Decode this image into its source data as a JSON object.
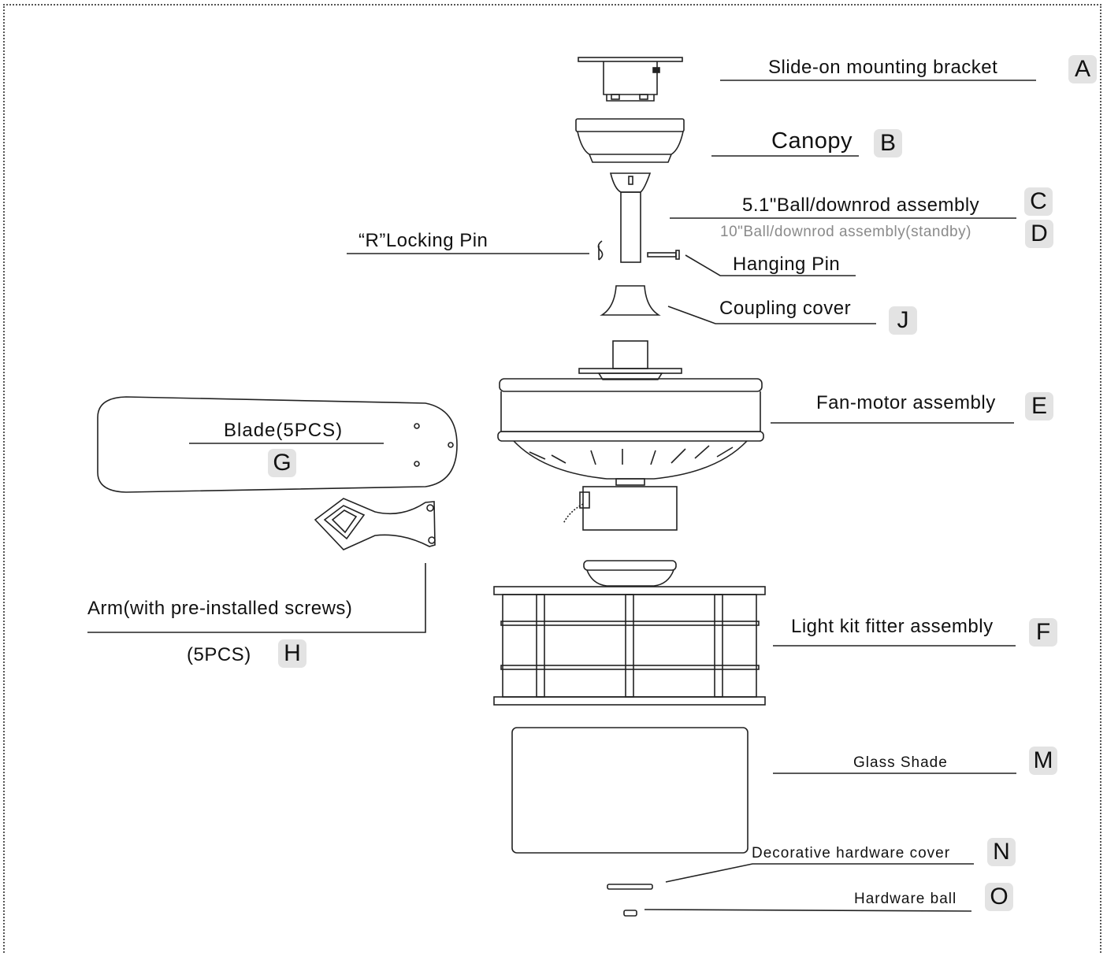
{
  "parts": [
    {
      "key": "slide_on_mounting_bracket",
      "label": "Slide-on  mounting  bracket",
      "letter": "A"
    },
    {
      "key": "canopy",
      "label": "Canopy",
      "letter": "B"
    },
    {
      "key": "ball_downrod_51",
      "label": "5.1\"Ball/downrod assembly",
      "letter": "C"
    },
    {
      "key": "ball_downrod_10",
      "label": "10\"Ball/downrod assembly(standby)",
      "letter": "D"
    },
    {
      "key": "r_locking_pin",
      "label": "“R”Locking Pin"
    },
    {
      "key": "hanging_pin",
      "label": "Hanging Pin"
    },
    {
      "key": "coupling_cover",
      "label": "Coupling cover",
      "letter": "J"
    },
    {
      "key": "fan_motor_assembly",
      "label": "Fan-motor assembly",
      "letter": "E"
    },
    {
      "key": "blade",
      "label": "Blade(5PCS)",
      "letter": "G"
    },
    {
      "key": "arm",
      "label": "Arm(with pre-installed screws)",
      "sublabel": "(5PCS)",
      "letter": "H"
    },
    {
      "key": "light_kit_fitter_assembly",
      "label": "Light kit fitter assembly",
      "letter": "F"
    },
    {
      "key": "glass_shade",
      "label": "Glass Shade",
      "letter": "M"
    },
    {
      "key": "decorative_hardware_cover",
      "label": "Decorative hardware cover",
      "letter": "N"
    },
    {
      "key": "hardware_ball",
      "label": "Hardware ball",
      "letter": "O"
    }
  ]
}
